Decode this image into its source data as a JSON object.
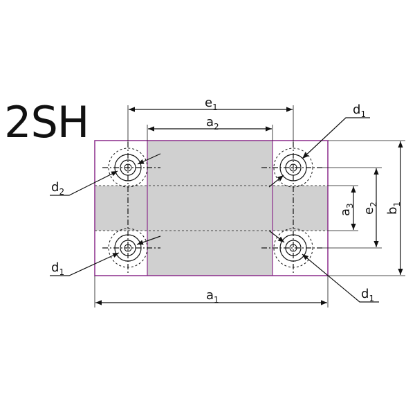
{
  "title": "2SH",
  "colors": {
    "outline": "#8a2a8a",
    "fill": "#d0d0d0",
    "line": "#111111"
  },
  "labels": {
    "e1": {
      "base": "e",
      "sub": "1"
    },
    "a2": {
      "base": "a",
      "sub": "2"
    },
    "d1_top": {
      "base": "d",
      "sub": "1"
    },
    "d2": {
      "base": "d",
      "sub": "2"
    },
    "a3": {
      "base": "a",
      "sub": "3"
    },
    "e2": {
      "base": "e",
      "sub": "2"
    },
    "b1": {
      "base": "b",
      "sub": "1"
    },
    "d1_left": {
      "base": "d",
      "sub": "1"
    },
    "a1": {
      "base": "a",
      "sub": "1"
    },
    "d1_bottom": {
      "base": "d",
      "sub": "1"
    }
  }
}
